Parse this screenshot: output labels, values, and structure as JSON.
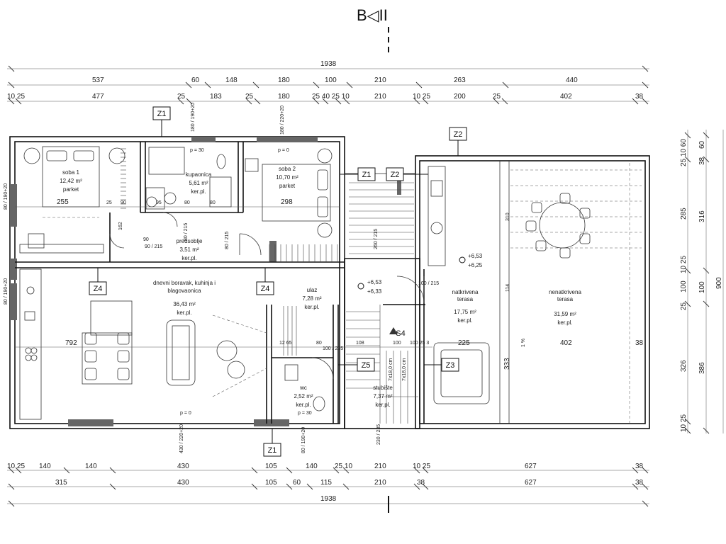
{
  "section_mark": "B◁II",
  "dims": {
    "top_total": "1938",
    "top_row1": [
      "537",
      "60",
      "148",
      "180",
      "100",
      "210",
      "263",
      "440"
    ],
    "top_row2": [
      "10 25",
      "477",
      "25",
      "183",
      "25",
      "180",
      "25 40 25 10",
      "210",
      "10 25",
      "200",
      "25",
      "402",
      "38"
    ],
    "bottom_row1": [
      "10 25",
      "140",
      "140",
      "430",
      "105",
      "140",
      "25 10",
      "210",
      "10 25",
      "627",
      "38"
    ],
    "bottom_row2": [
      "315",
      "430",
      "105",
      "60",
      "115",
      "210",
      "38",
      "627",
      "38"
    ],
    "bottom_total": "1938",
    "right_col1": [
      "25 10 60",
      "285",
      "10 25",
      "100",
      "25",
      "326",
      "10 25"
    ],
    "right_col2": [
      "60",
      "38",
      "316",
      "100",
      "386"
    ],
    "right_total": "900",
    "interior": [
      "255",
      "298",
      "792",
      "25",
      "90",
      "95",
      "80",
      "80",
      "90",
      "162",
      "310",
      "114",
      "333",
      "12 65",
      "80",
      "108",
      "100",
      "100 25 3",
      "225",
      "402",
      "38",
      "1 %"
    ]
  },
  "tags": [
    "Z1",
    "Z1",
    "Z2",
    "Z2",
    "Z4",
    "Z4",
    "Z5",
    "Z3",
    "Z1",
    "S4"
  ],
  "rooms": [
    {
      "name": "soba 1",
      "area": "12,42 m²",
      "floor": "parket"
    },
    {
      "name": "kupaonica",
      "area": "5,61 m²",
      "floor": "ker.pl."
    },
    {
      "name": "soba 2",
      "area": "10,70 m²",
      "floor": "parket"
    },
    {
      "name": "predsoblje",
      "area": "3,51 m²",
      "floor": "ker.pl."
    },
    {
      "name": "dnevni boravak, kuhinja i blagovaonica",
      "area": "36,43 m²",
      "floor": "ker.pl."
    },
    {
      "name": "ulaz",
      "area": "7,28 m²",
      "floor": "ker.pl."
    },
    {
      "name": "natkrivena terasa",
      "area": "17,75 m²",
      "floor": "ker.pl."
    },
    {
      "name": "nenatkrivena terasa",
      "area": "31,59 m²",
      "floor": "ker.pl."
    },
    {
      "name": "wc",
      "area": "2,52 m²",
      "floor": "ker.pl."
    },
    {
      "name": "stubište",
      "area": "7,37 m²",
      "floor": "ker.pl."
    }
  ],
  "levels": [
    "+6,53",
    "+6,25",
    "+6,53",
    "+6,33"
  ],
  "openings": [
    "180 / 190+20",
    "180 / 220+20",
    "p = 30",
    "p = 0",
    "80 / 190+20",
    "80 / 190+20",
    "80 / 215",
    "80 / 215",
    "90 / 215",
    "100 / 215",
    "100 / 215",
    "430 / 220+20",
    "80 / 190+20",
    "230 / 235",
    "p = 0",
    "p = 30",
    "260 / 215",
    "7x18,0 cm",
    "7x18,0 cm"
  ]
}
